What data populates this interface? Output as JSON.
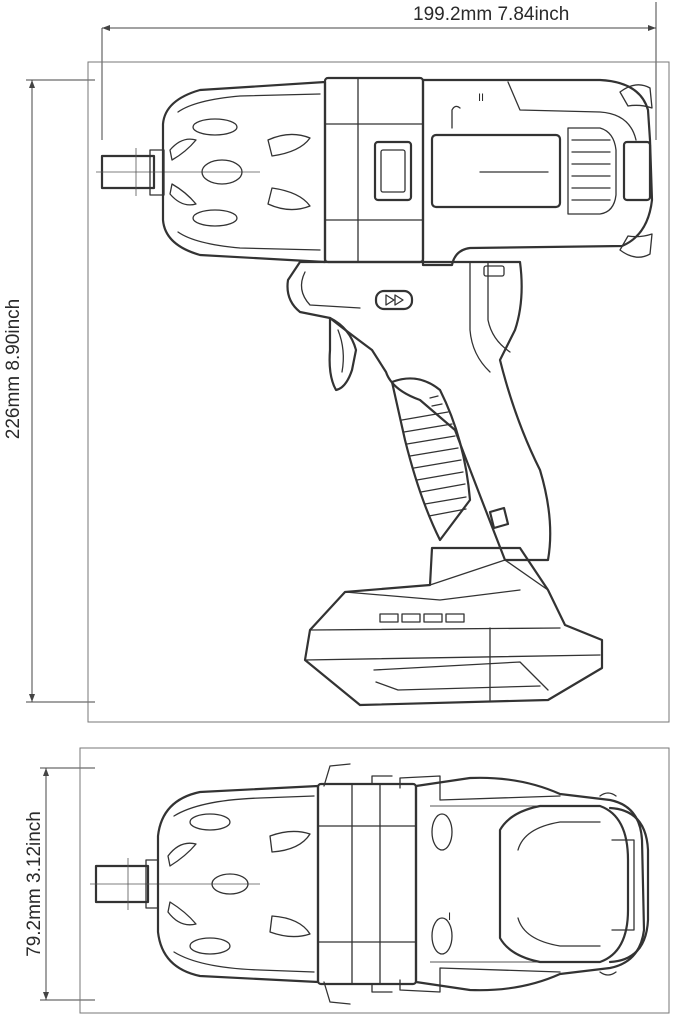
{
  "dimensions": {
    "width_label": "199.2mm  7.84inch",
    "height_label": "226mm 8.90inch",
    "depth_label": "79.2mm 3.12inch"
  },
  "markings": {
    "speed_mode": "II",
    "top_view_mark": "I"
  },
  "icons": {
    "direction_switch": "double-right-arrow-icon"
  }
}
